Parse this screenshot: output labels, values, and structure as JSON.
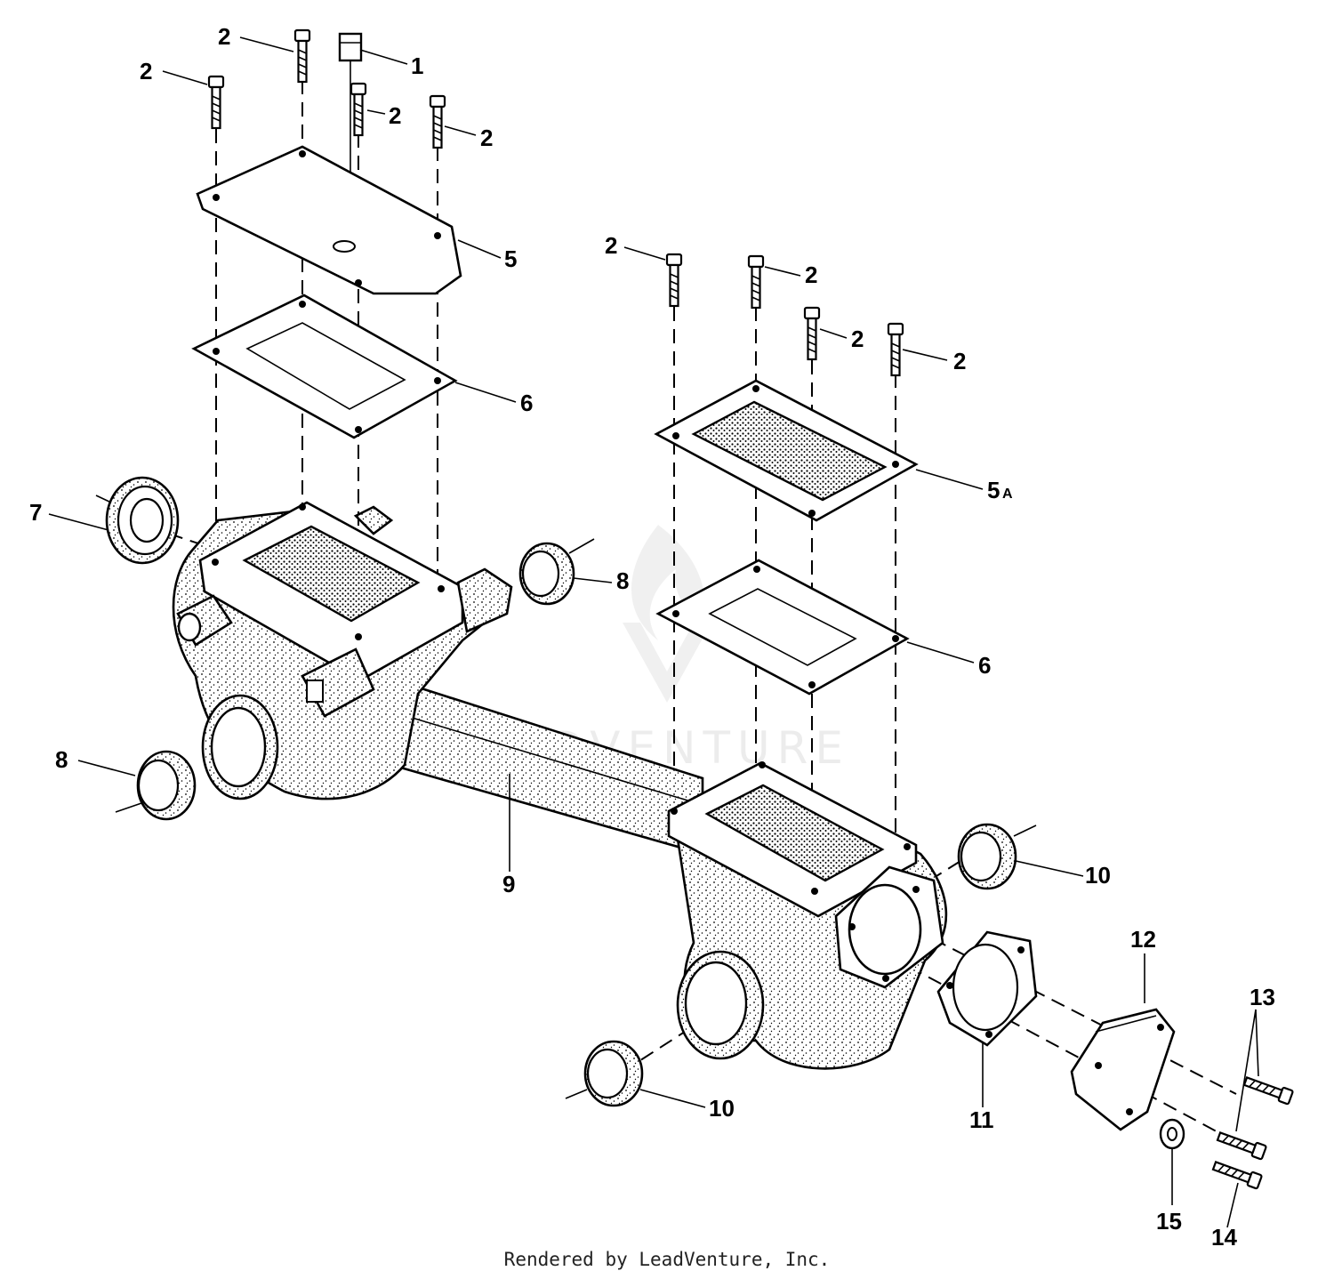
{
  "labels": {
    "part_1": "1",
    "part_2": "2",
    "part_5": "5",
    "part_5a_num": "5",
    "part_5a_suffix": "A",
    "part_6": "6",
    "part_7": "7",
    "part_8": "8",
    "part_9": "9",
    "part_10": "10",
    "part_11": "11",
    "part_12": "12",
    "part_13": "13",
    "part_14": "14",
    "part_15": "15"
  },
  "watermark": {
    "text": "LEADVENTURE"
  },
  "credit": "Rendered by LeadVenture, Inc."
}
